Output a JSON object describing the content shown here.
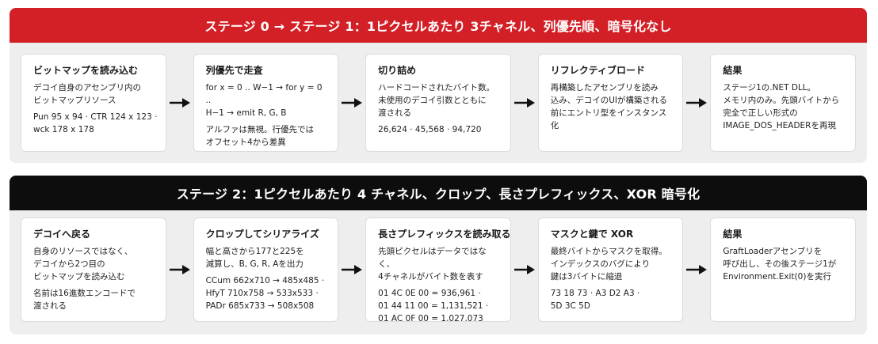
{
  "stage1": {
    "title": "ステージ 0 → ステージ 1：1ピクセルあたり 3チャネル、列優先順、暗号化なし",
    "cards": [
      {
        "title": "ビットマップを読み込む",
        "p1": "デコイ自身のアセンブリ内の\nビットマップリソース",
        "p2": "Pun 95 x 94 · CTR 124 x 123 ·\nwck 178 x 178"
      },
      {
        "title": "列優先で走査",
        "p1": "for x = 0 .. W−1 → for y = 0 ..\nH−1 → emit R, G, B",
        "p2": "アルファは無視。行優先では\nオフセット4から差異"
      },
      {
        "title": "切り詰め",
        "p1": "ハードコードされたバイト数。\n未使用のデコイ引数とともに\n渡される",
        "p2": "26,624 · 45,568 · 94,720"
      },
      {
        "title": "リフレクティブロード",
        "p1": "再構築したアセンブリを読み\n込み、デコイのUIが構築される\n前にエントリ型をインスタンス化",
        "p2": ""
      },
      {
        "title": "結果",
        "p1": "ステージ1の.NET DLL。\nメモリ内のみ。先頭バイトから\n完全で正しい形式の\nIMAGE_DOS_HEADERを再現",
        "p2": ""
      }
    ]
  },
  "stage2": {
    "title": "ステージ 2：1ピクセルあたり 4 チャネル、クロップ、長さプレフィックス、XOR 暗号化",
    "cards": [
      {
        "title": "デコイへ戻る",
        "p1": "自身のリソースではなく、\nデコイから2つ目の\nビットマップを読み込む",
        "p2": "名前は16進数エンコードで\n渡される"
      },
      {
        "title": "クロップしてシリアライズ",
        "p1": "幅と高さから177と225を\n減算し、B, G, R, Aを出力",
        "p2": "CCum 662x710 → 485x485 ·\nHfyT 710x758 → 533x533 ·\nPADr 685x733 → 508x508"
      },
      {
        "title": "長さプレフィックスを読み取る",
        "p1": "先頭ピクセルはデータではなく、\n4チャネルがバイト数を表す",
        "p2": "01 4C 0E 00 = 936,961 ·\n01 44 11 00 = 1,131,521 ·\n01 AC 0F 00 = 1,027,073"
      },
      {
        "title": "マスクと鍵で XOR",
        "p1": "最終バイトからマスクを取得。\nインデックスのバグにより\n鍵は3バイトに縮退",
        "p2": "73 18 73 · A3 D2 A3 ·\n5D 3C 5D"
      },
      {
        "title": "結果",
        "p1": "GraftLoaderアセンブリを\n呼び出し、その後ステージ1が\nEnvironment.Exit(0)を実行",
        "p2": ""
      }
    ]
  },
  "colors": {
    "stage1_header": "#d32027",
    "stage2_header": "#0d0d0d",
    "panel_background": "#eeeeee",
    "card_background": "#ffffff"
  },
  "icons": {
    "connector": "arrow-right-icon"
  }
}
